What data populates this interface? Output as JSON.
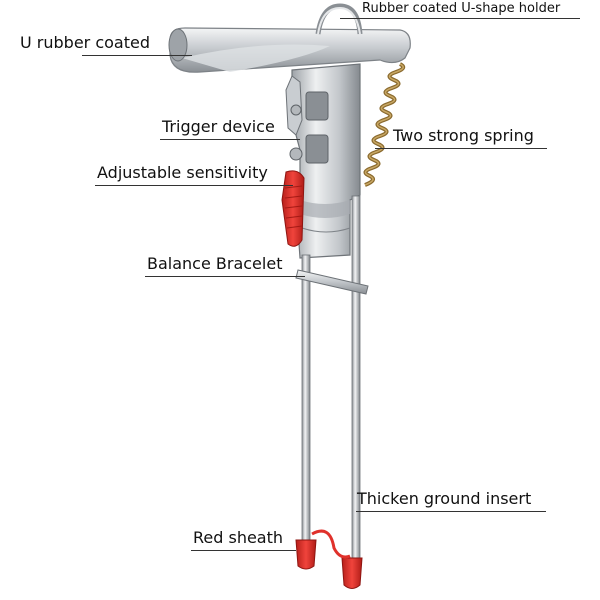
{
  "labels": {
    "rubber_coated_u_shape_holder": "Rubber coated U-shape holder",
    "u_rubber_coated": "U rubber coated",
    "trigger_device": "Trigger device",
    "two_strong_spring": "Two strong spring",
    "adjustable_sensitivity": "Adjustable sensitivity",
    "balance_bracelet": "Balance Bracelet",
    "thicken_ground_insert": "Thicken ground insert",
    "red_sheath": "Red sheath"
  },
  "colors": {
    "steel_light": "#e3e6e8",
    "steel_mid": "#b8bcc0",
    "steel_dark": "#7d8287",
    "spring": "#9a7a3a",
    "rubber_red": "#e0312b",
    "leader": "#333333"
  }
}
